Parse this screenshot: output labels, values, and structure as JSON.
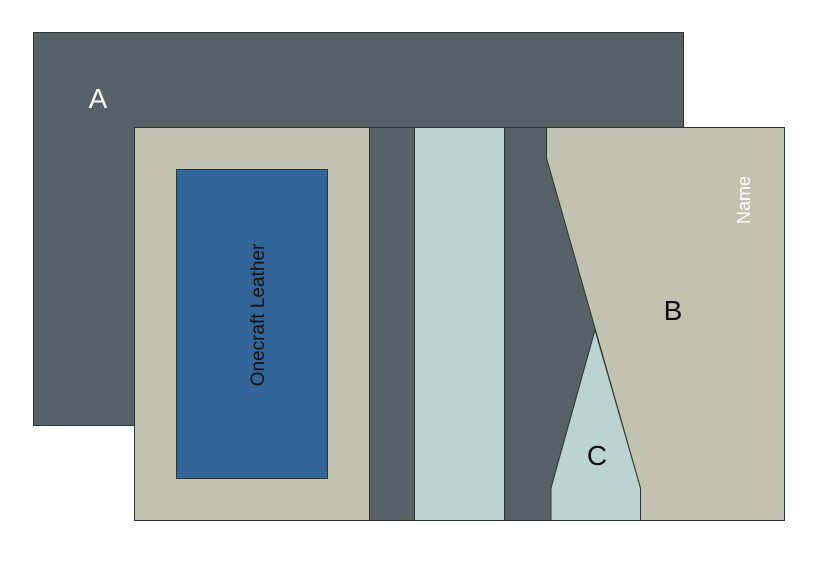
{
  "labels": {
    "a": "A",
    "b": "B",
    "c": "C",
    "brand": "Onecraft Leather",
    "name": "Name"
  },
  "colors": {
    "dark": "#566168",
    "beige": "#c2c2b0",
    "blue": "#326699",
    "light": "#bbd3d1",
    "stroke": "#2f3436"
  }
}
